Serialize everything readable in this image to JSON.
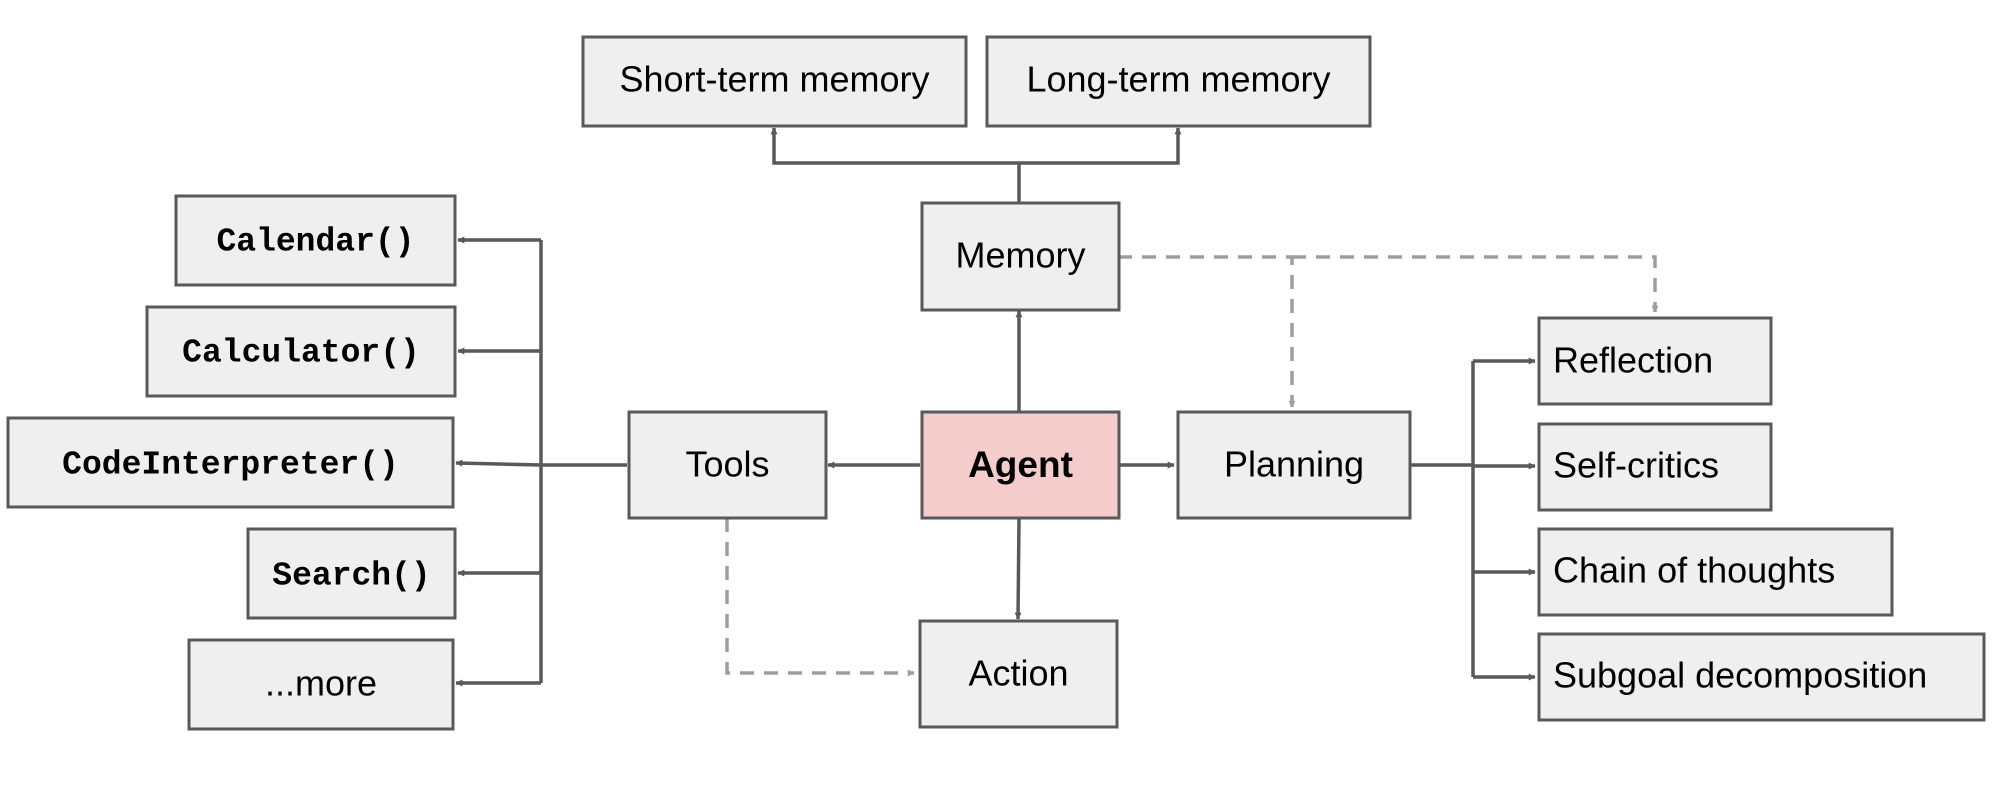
{
  "diagram": {
    "nodes": {
      "short_term_memory": "Short-term memory",
      "long_term_memory": "Long-term memory",
      "memory": "Memory",
      "calendar": "Calendar()",
      "calculator": "Calculator()",
      "code_interpreter": "CodeInterpreter()",
      "search": "Search()",
      "more": "...more",
      "tools": "Tools",
      "agent": "Agent",
      "planning": "Planning",
      "action": "Action",
      "reflection": "Reflection",
      "self_critics": "Self-critics",
      "chain_of_thoughts": "Chain of thoughts",
      "subgoal_decomposition": "Subgoal decomposition"
    },
    "colors": {
      "node_fill": "#efefef",
      "agent_fill": "#f4cccc",
      "border": "#595959",
      "dashed_edge": "#9e9e9e"
    },
    "edges": [
      {
        "from": "agent",
        "to": "memory",
        "style": "solid"
      },
      {
        "from": "agent",
        "to": "tools",
        "style": "solid"
      },
      {
        "from": "agent",
        "to": "planning",
        "style": "solid"
      },
      {
        "from": "agent",
        "to": "action",
        "style": "solid"
      },
      {
        "from": "memory",
        "to": "short_term_memory",
        "style": "solid"
      },
      {
        "from": "memory",
        "to": "long_term_memory",
        "style": "solid"
      },
      {
        "from": "tools",
        "to": "calendar",
        "style": "solid"
      },
      {
        "from": "tools",
        "to": "calculator",
        "style": "solid"
      },
      {
        "from": "tools",
        "to": "code_interpreter",
        "style": "solid"
      },
      {
        "from": "tools",
        "to": "search",
        "style": "solid"
      },
      {
        "from": "tools",
        "to": "more",
        "style": "solid"
      },
      {
        "from": "planning",
        "to": "reflection",
        "style": "solid"
      },
      {
        "from": "planning",
        "to": "self_critics",
        "style": "solid"
      },
      {
        "from": "planning",
        "to": "chain_of_thoughts",
        "style": "solid"
      },
      {
        "from": "planning",
        "to": "subgoal_decomposition",
        "style": "solid"
      },
      {
        "from": "memory",
        "to": "planning",
        "style": "dashed"
      },
      {
        "from": "memory",
        "to": "reflection",
        "style": "dashed"
      },
      {
        "from": "tools",
        "to": "action",
        "style": "dashed"
      }
    ]
  }
}
